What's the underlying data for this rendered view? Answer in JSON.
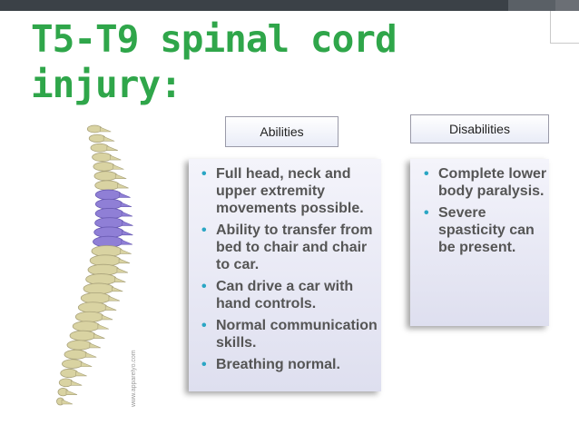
{
  "title": {
    "line1": "T5-T9 spinal cord",
    "line2": "injury:"
  },
  "columns": {
    "abilities": {
      "header": "Abilities",
      "items": [
        "Full head, neck and upper extremity movements possible.",
        "Ability to transfer from bed to chair and chair to car.",
        "Can drive a car with hand controls.",
        "Normal communication skills.",
        "Breathing normal."
      ]
    },
    "disabilities": {
      "header": "Disabilities",
      "items": [
        "Complete lower body paralysis.",
        "Severe spasticity can be present."
      ]
    }
  },
  "bullet_glyph": "•",
  "watermark": "www.apparelyo.com",
  "colors": {
    "title": "#2fa64a",
    "bullet": "#2aa6c4",
    "text": "#555555",
    "vertebra": "#d9d3a2",
    "highlight": "#8f7fd6",
    "topbar": "#3b4147"
  }
}
